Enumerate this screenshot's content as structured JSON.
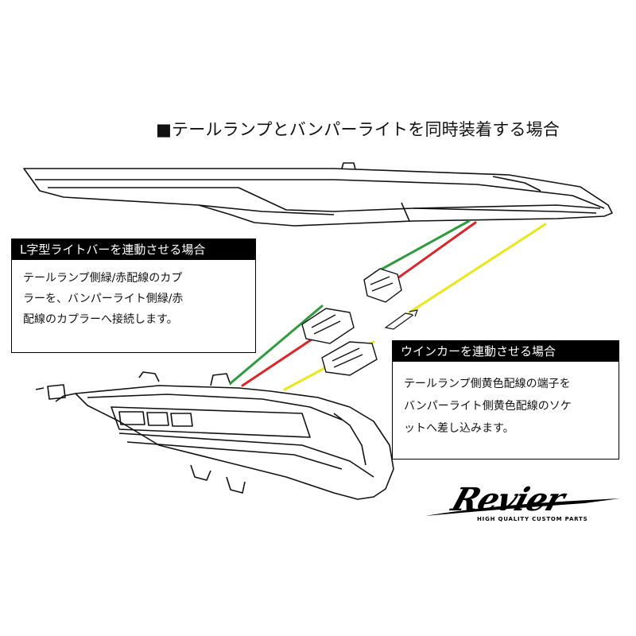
{
  "heading": "■テールランプとバンパーライトを同時装着する場合",
  "callout_left": {
    "title": "L字型ライトバーを連動させる場合",
    "lines": [
      "テールランプ側緑/赤配線のカプ",
      "ラーを、バンパーライト側緑/赤",
      "配線のカプラーへ接続します。"
    ]
  },
  "callout_right": {
    "title": "ウインカーを連動させる場合",
    "lines": [
      "テールランプ側黄色配線の端子を",
      "バンパーライト側黄色配線のソケ",
      "ットへ差し込みます。"
    ]
  },
  "logo": {
    "wordmark": "Revier",
    "tagline": "HIGH QUALITY CUSTOM PARTS"
  },
  "colors": {
    "wire_green": "#2e9b3e",
    "wire_red": "#d9262a",
    "wire_yellow": "#e9e619",
    "line_art": "#111111"
  }
}
